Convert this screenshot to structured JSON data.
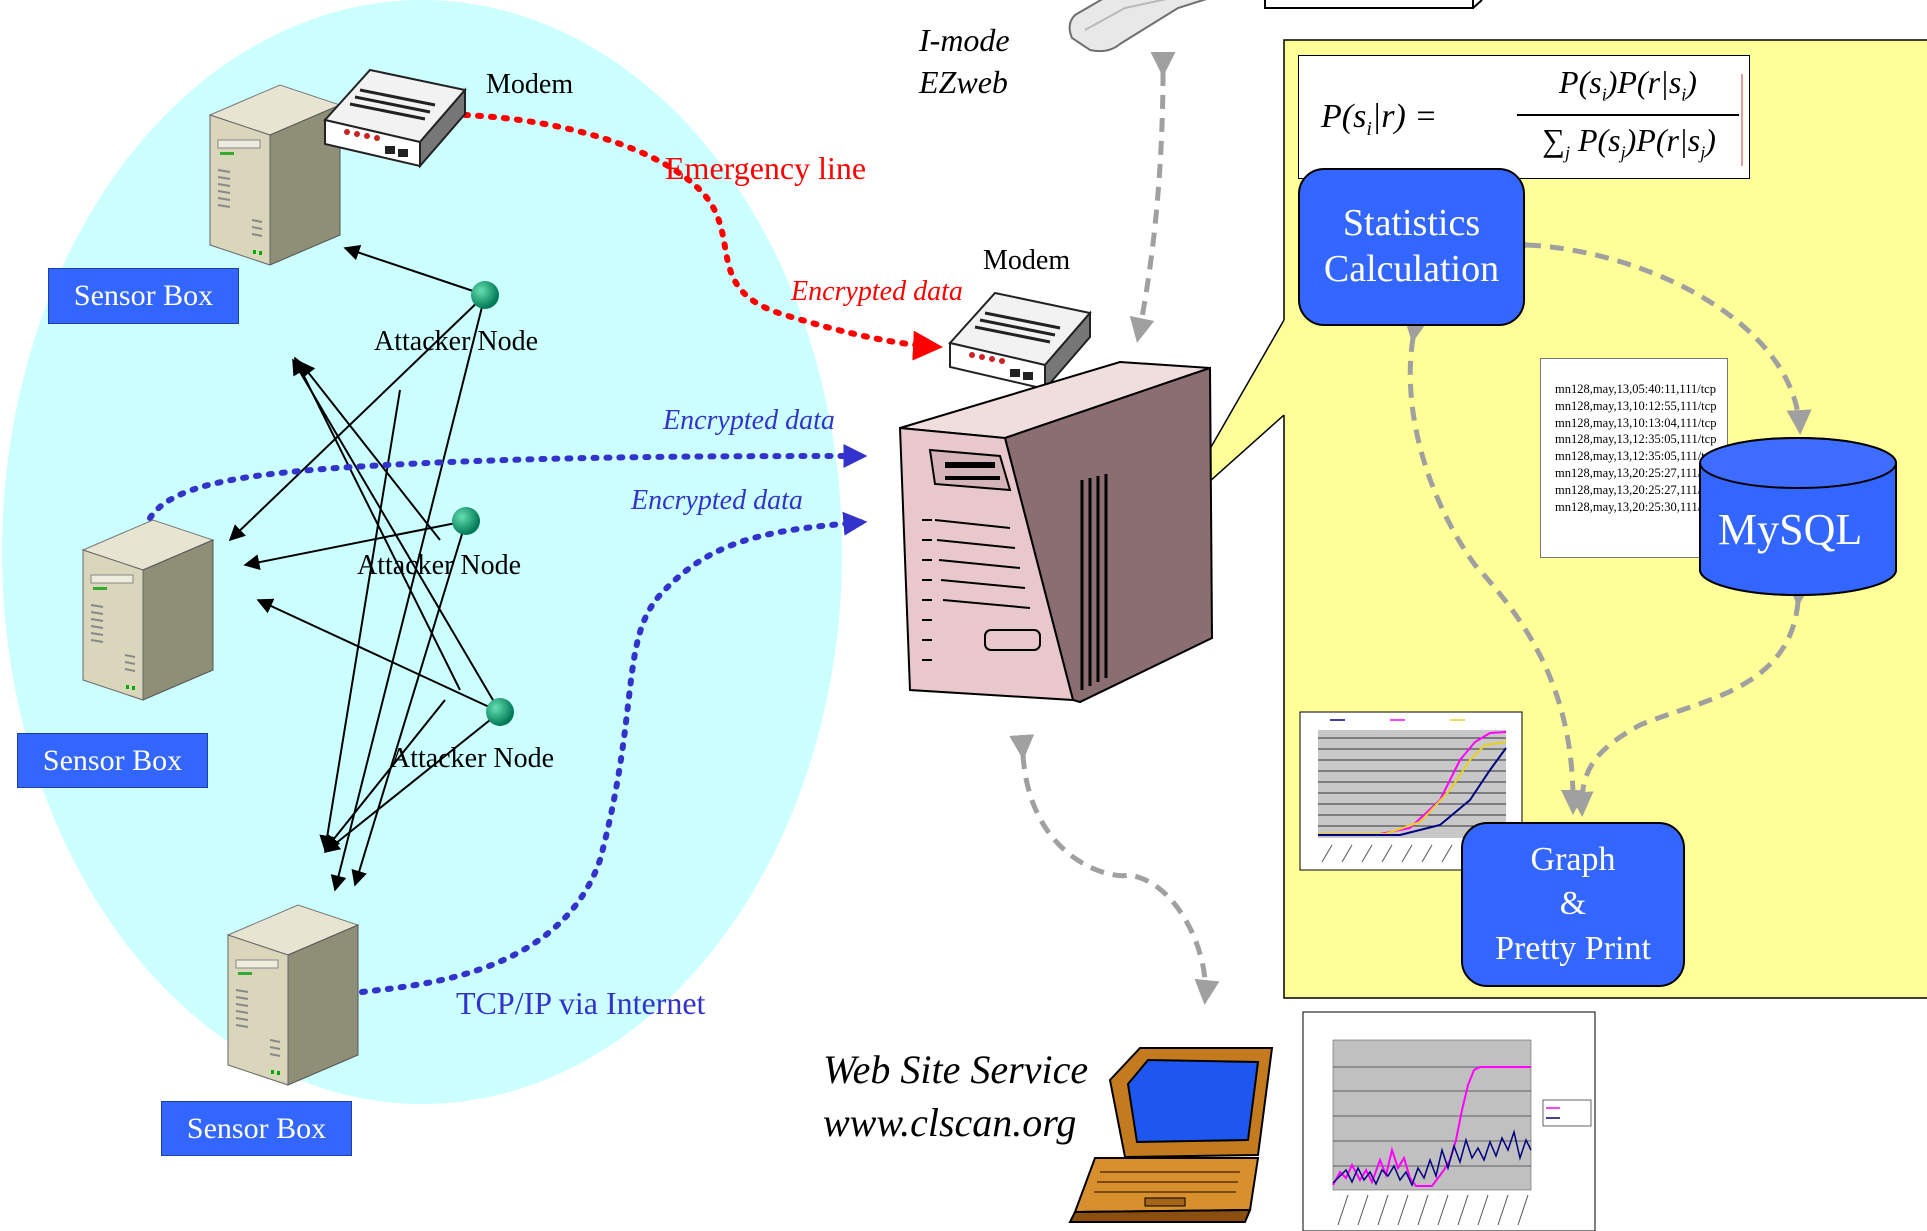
{
  "labels": {
    "modem_top": "Modem",
    "modem_center": "Modem",
    "emergency_line": "Emergency line",
    "encrypted_1": "Encrypted data",
    "encrypted_2": "Encrypted data",
    "encrypted_3": "Encrypted data",
    "attacker_1": "Attacker Node",
    "attacker_2": "Attacker Node",
    "attacker_3": "Attacker Node",
    "tcpip": "TCP/IP via Internet",
    "imode": "I-mode",
    "ezweb": "EZweb",
    "website_title": "Web Site Service",
    "website_url": "www.clscan.org"
  },
  "sensor_boxes": [
    "Sensor Box",
    "Sensor Box",
    "Sensor Box"
  ],
  "formula": {
    "lhs": "P(s",
    "lhs_sub": "i",
    "lhs_rest": "|r) =",
    "numerator": "P(s",
    "numerator_sub": "i",
    "numerator_rest": ")P(r|s",
    "numerator_sub2": "i",
    "numerator_end": ")",
    "denominator_sum": "∑",
    "denominator_sum_sub": "j",
    "denominator": "P(s",
    "denominator_sub": "j",
    "denominator_rest": ")P(r|s",
    "denominator_sub2": "j",
    "denominator_end": ")"
  },
  "stats_box": [
    "Statistics",
    "Calculation"
  ],
  "mysql_label": "MySQL",
  "graph_box": [
    "Graph",
    "&",
    "Pretty Print"
  ],
  "log_lines": [
    "mn128,may,13,05:40:11,111/tcp",
    "mn128,may,13,10:12:55,111/tcp",
    "mn128,may,13,10:13:04,111/tcp",
    "mn128,may,13,12:35:05,111/tcp",
    "mn128,may,13,12:35:05,111/tcp",
    "mn128,may,13,20:25:27,111/tcp",
    "mn128,may,13,20:25:27,111/tcp",
    "mn128,may,13,20:25:30,111/tcp"
  ],
  "colors": {
    "network_area": "#ccffff",
    "analysis_panel": "#ffff99",
    "box_blue": "#3366ff",
    "emergency_red": "#ff0000",
    "encrypted_blue": "#3333cc",
    "attacker_green": "#009966",
    "server_beige": "#d9d6bc",
    "server_pink": "#e8c8cc",
    "dashed_gray": "#a0a0a0",
    "chart_gray": "#c0c0c0",
    "chart_magenta": "#ff00ff",
    "chart_navy": "#000080"
  },
  "icons": [
    "server-icon",
    "modem-icon",
    "phone-icon",
    "laptop-icon",
    "database-icon",
    "attacker-node-icon"
  ]
}
